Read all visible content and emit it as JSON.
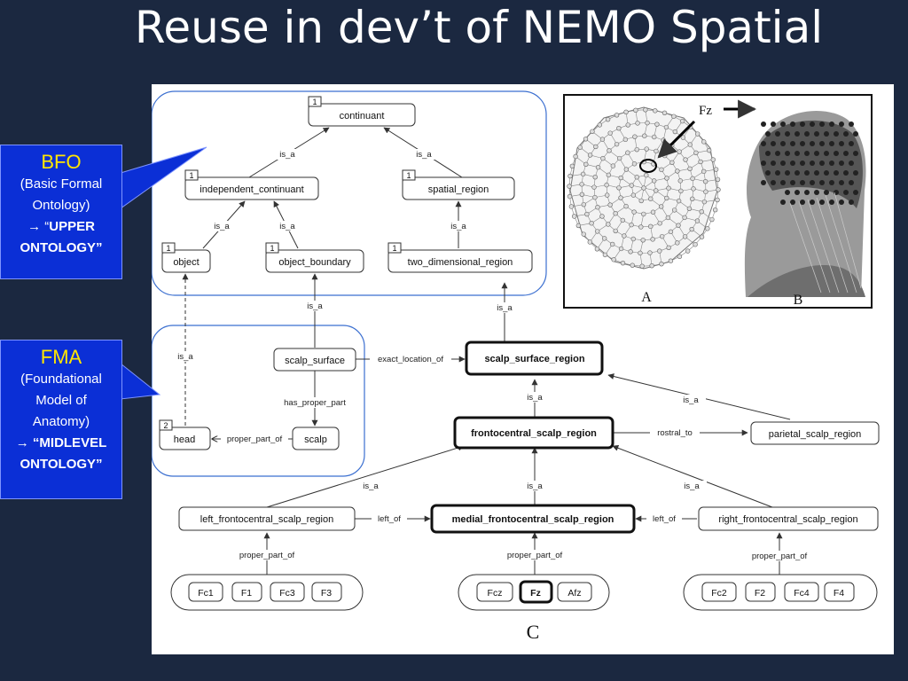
{
  "slide_title": "Reuse in dev’t of NEMO Spatial",
  "bfo_callout": {
    "title": "BFO",
    "line1": "(Basic Formal",
    "line2": "Ontology)",
    "line3": "→ “",
    "line3b": "UPPER",
    "line4": "ONTOLOGY”"
  },
  "fma_callout": {
    "title": "FMA",
    "line1": "(Foundational",
    "line2": "Model of",
    "line3": "Anatomy)",
    "line4": "→ “MIDLEVEL",
    "line5": "ONTOLOGY”"
  },
  "nodes": {
    "continuant": "continuant",
    "independent_continuant": "independent_continuant",
    "spatial_region": "spatial_region",
    "object": "object",
    "object_boundary": "object_boundary",
    "two_dimensional_region": "two_dimensional_region",
    "scalp_surface": "scalp_surface",
    "head": "head",
    "scalp": "scalp",
    "scalp_surface_region": "scalp_surface_region",
    "frontocentral_scalp_region": "frontocentral_scalp_region",
    "parietal_scalp_region": "parietal_scalp_region",
    "left_frontocentral_scalp_region": "left_frontocentral_scalp_region",
    "medial_frontocentral_scalp_region": "medial_frontocentral_scalp_region",
    "right_frontocentral_scalp_region": "right_frontocentral_scalp_region"
  },
  "badges": {
    "one": "1",
    "two": "2"
  },
  "edge_labels": {
    "is_a": "is_a",
    "exact_location_of": "exact_location_of",
    "has_proper_part": "has_proper_part",
    "proper_part_of": "proper_part_of",
    "rostral_to": "rostral_to",
    "left_of": "left_of"
  },
  "electrodes": {
    "left": [
      "Fc1",
      "F1",
      "Fc3",
      "F3"
    ],
    "medial": [
      "Fcz",
      "Fz",
      "Afz"
    ],
    "right": [
      "Fc2",
      "F2",
      "Fc4",
      "F4"
    ]
  },
  "figure_labels": {
    "a": "A",
    "b": "B",
    "c": "C",
    "fz": "Fz"
  }
}
